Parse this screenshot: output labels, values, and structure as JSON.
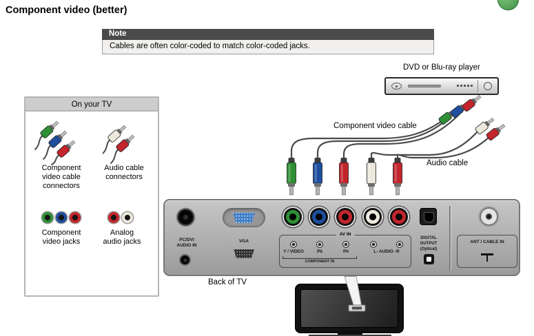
{
  "page": {
    "title": "Component video (better)"
  },
  "note": {
    "title": "Note",
    "text": "Cables are often color-coded to match color-coded jacks."
  },
  "labels": {
    "dvd_player": "DVD or Blu-ray player",
    "component_video_cable": "Component video cable",
    "audio_cable": "Audio cable",
    "back_of_tv": "Back of TV"
  },
  "sidebar": {
    "title": "On your TV",
    "component_connectors": "Component video cable connectors",
    "audio_connectors": "Audio cable connectors",
    "component_jacks": "Component video jacks",
    "audio_jacks": "Analog audio jacks"
  },
  "panel": {
    "pc_dvi_line1": "PC/DVI",
    "pc_dvi_line2": "AUDIO IN",
    "vga": "VGA",
    "av_in": "AV IN",
    "y_video": "Y / VIDEO",
    "pb": {
      "main": "P",
      "sub": "B"
    },
    "pr": {
      "main": "P",
      "sub": "R"
    },
    "audio_lr": "L- AUDIO -R",
    "component_in": "COMPONENT IN",
    "digital_line1": "DIGITAL",
    "digital_line2": "OUTPUT",
    "digital_line3": "(Optical)",
    "ant_cable": "ANT / CABLE IN"
  },
  "colors": {
    "component_green": "#2f8f35",
    "component_blue": "#1e4e9c",
    "component_red": "#c2262c",
    "audio_white": "#ece8dc",
    "audio_red": "#c2262c"
  }
}
